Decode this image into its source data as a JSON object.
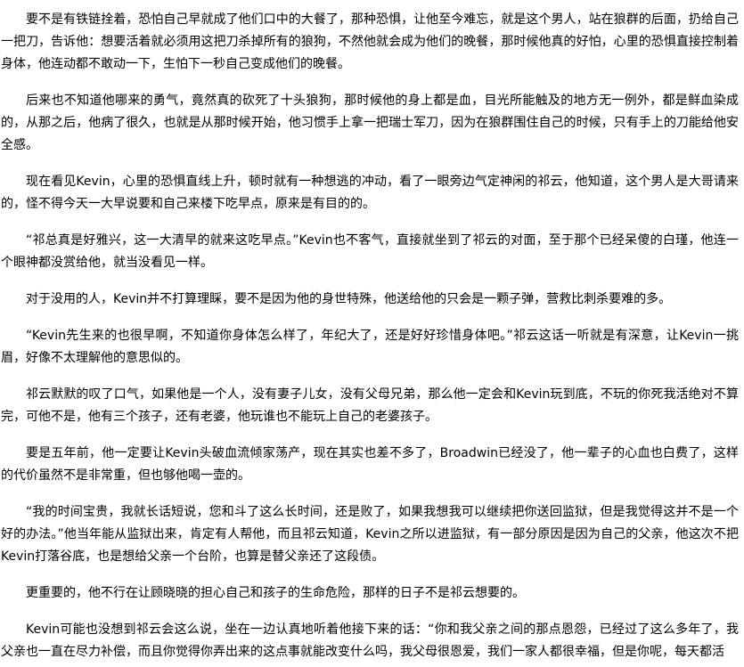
{
  "paragraphs": [
    "要不是有铁链拴着，恐怕自己早就成了他们口中的大餐了，那种恐惧，让他至今难忘，就是这个男人，站在狼群的后面，扔给自己一把刀，告诉他：想要活着就必须用这把刀杀掉所有的狼狗，不然他就会成为他们的晚餐，那时候他真的好怕，心里的恐惧直接控制着身体，他连动都不敢动一下，生怕下一秒自己变成他们的晚餐。",
    "后来也不知道他哪来的勇气，竟然真的砍死了十头狼狗，那时候他的身上都是血，目光所能触及的地方无一例外，都是鲜血染成的，从那之后，他病了很久，也就是从那时候开始，他习惯手上拿一把瑞士军刀，因为在狼群围住自己的时候，只有手上的刀能给他安全感。",
    "现在看见Kevin，心里的恐惧直线上升，顿时就有一种想逃的冲动，看了一眼旁边气定神闲的祁云，他知道，这个男人是大哥请来的，怪不得今天一大早说要和自己来楼下吃早点，原来是有目的的。",
    "“祁总真是好雅兴，这一大清早的就来这吃早点。”Kevin也不客气，直接就坐到了祁云的对面，至于那个已经呆傻的白瑾，他连一个眼神都没赏给他，就当没看见一样。",
    "对于没用的人，Kevin并不打算理睬，要不是因为他的身世特殊，他送给他的只会是一颗子弹，营救比刺杀要难的多。",
    "“Kevin先生来的也很早啊，不知道你身体怎么样了，年纪大了，还是好好珍惜身体吧。”祁云这话一听就是有深意，让Kevin一挑眉，好像不太理解他的意思似的。",
    "祁云默默的叹了口气，如果他是一个人，没有妻子儿女，没有父母兄弟，那么他一定会和Kevin玩到底，不玩的你死我活绝对不算完，可他不是，他有三个孩子，还有老婆，他玩谁也不能玩上自己的老婆孩子。",
    "要是五年前，他一定要让Kevin头破血流倾家荡产，现在其实也差不多了，Broadwin已经没了，他一辈子的心血也白费了，这样的代价虽然不是非常重，但也够他喝一壶的。",
    "“我的时间宝贵，我就长话短说，您和斗了这么长时间，还是败了，如果我想我可以继续把你送回监狱，但是我觉得这并不是一个好的办法。”他当年能从监狱出来，肯定有人帮他，而且祁云知道，Kevin之所以进监狱，有一部分原因是因为自己的父亲，他这次不把Kevin打落谷底，也是想给父亲一个台阶，也算是替父亲还了这段债。",
    "更重要的，他不行在让顾晓晓的担心自己和孩子的生命危险，那样的日子不是祁云想要的。",
    "Kevin可能也没想到祁云会这么说，坐在一边认真地听着他接下来的话：“你和我父亲之间的那点恩怨，已经过了这么多年了，我父亲也一直在尽力补偿，而且你觉得你弄出来的这点事就能改变什么吗，我父母很恩爱，我们一家人都很幸福，但是你呢，每天都活"
  ]
}
